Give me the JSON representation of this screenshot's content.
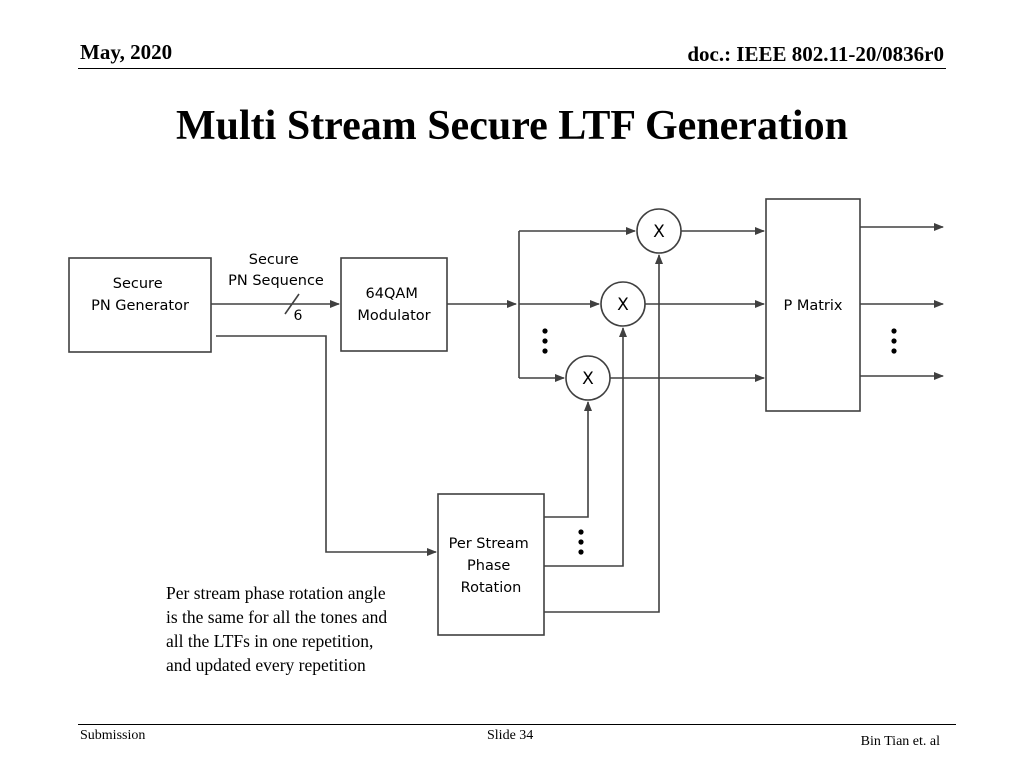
{
  "header": {
    "date": "May, 2020",
    "doc_id": "doc.: IEEE 802.11-20/0836r0"
  },
  "title": "Multi Stream Secure LTF Generation",
  "diagram": {
    "pn_generator": [
      "Secure",
      "PN Generator"
    ],
    "pn_sequence_label": [
      "Secure",
      "PN Sequence"
    ],
    "bus_width": "6",
    "modulator": [
      "64QAM",
      "Modulator"
    ],
    "multiplier_symbol": "X",
    "p_matrix": "P Matrix",
    "phase_rotation": [
      "Per Stream",
      "Phase",
      "Rotation"
    ],
    "note": [
      "Per stream phase rotation angle",
      "is the same for all the tones and",
      "all the LTFs in one repetition,",
      "and updated every repetition"
    ]
  },
  "footer": {
    "submission": "Submission",
    "slide": "Slide 34",
    "author": "Bin Tian et. al"
  },
  "colors": {
    "line": "#404040",
    "text": "#000000"
  }
}
